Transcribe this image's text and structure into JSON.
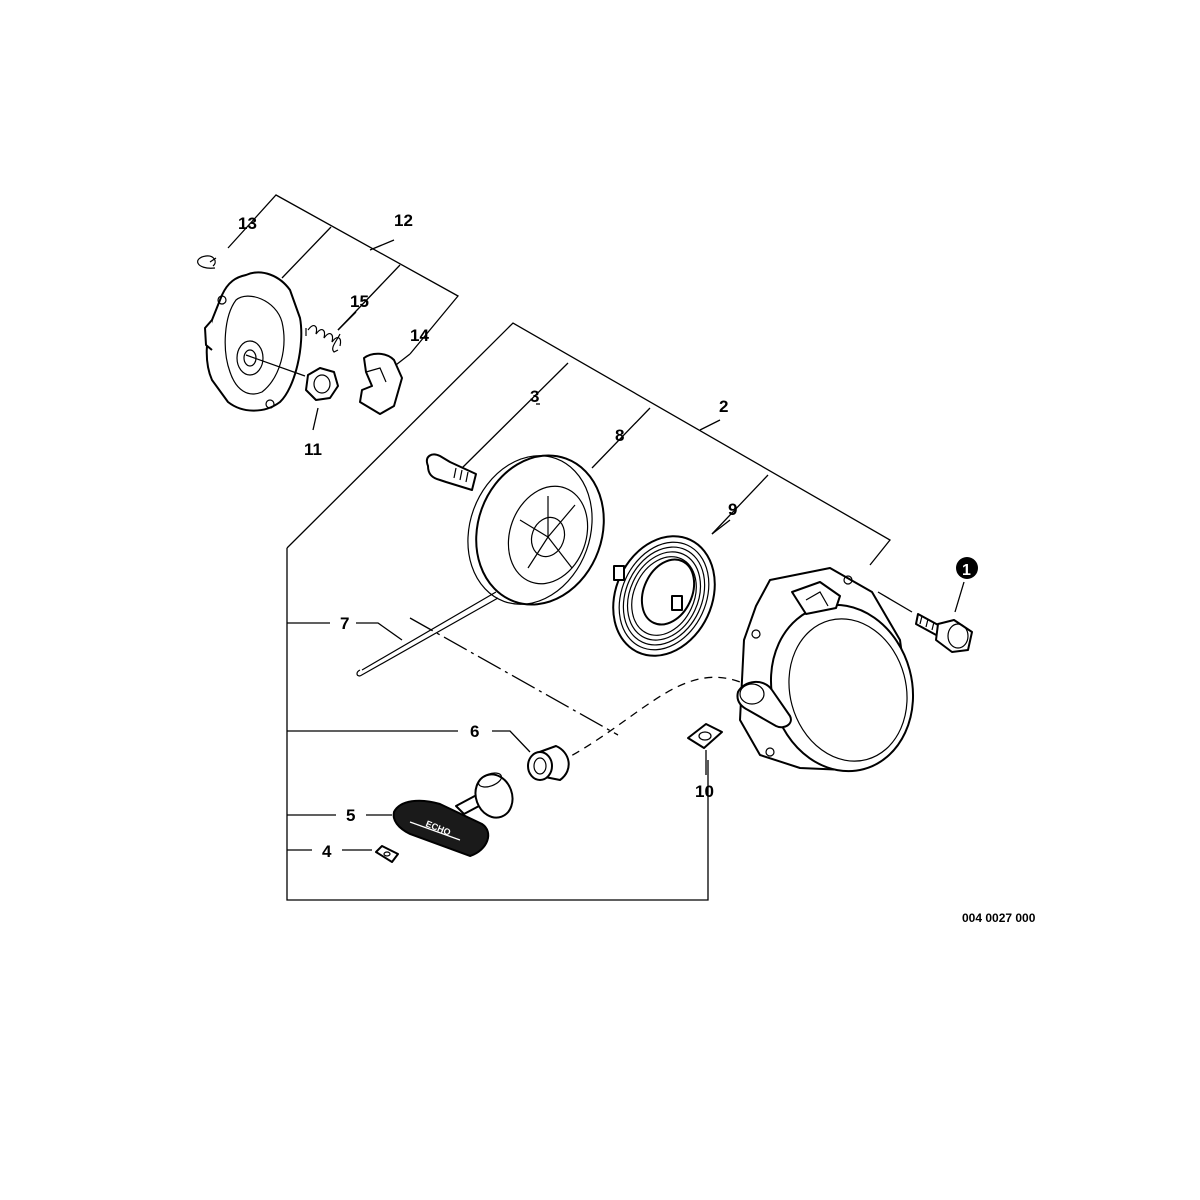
{
  "callouts": {
    "c1": "1",
    "c2": "2",
    "c3": "3",
    "c4": "4",
    "c5": "5",
    "c6": "6",
    "c7": "7",
    "c8": "8",
    "c9": "9",
    "c10": "10",
    "c11": "11",
    "c12": "12",
    "c13": "13",
    "c14": "14",
    "c15": "15"
  },
  "handle_text": "ECHO",
  "drawing_code": "004 0027 000"
}
